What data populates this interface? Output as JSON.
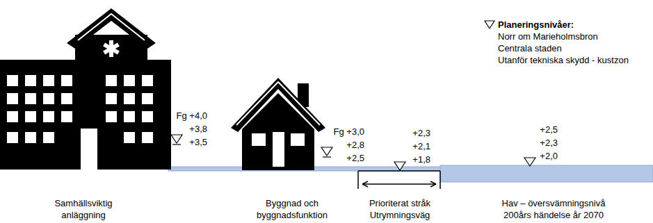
{
  "diagram": {
    "labels": [
      "Planeringsnivåer:",
      "Norr om Marieholmsbron",
      "Centrala staden",
      "Utanför tekniska skydd - kustzon",
      "Fg +4,0",
      "+3,8",
      "+3,5",
      "Fg +3,0",
      "+2,8",
      "+2,5",
      "+2,3",
      "+2,1",
      "+1,8",
      "+2,5",
      "+2,3",
      "+2,0",
      "Samhällsviktig anläggning",
      "Byggnad och byggnadsfunktion",
      "Prioriterat stråk Utrymningsväg",
      "Hav – översvämningsnivå 200års händelse år 2070"
    ]
  }
}
